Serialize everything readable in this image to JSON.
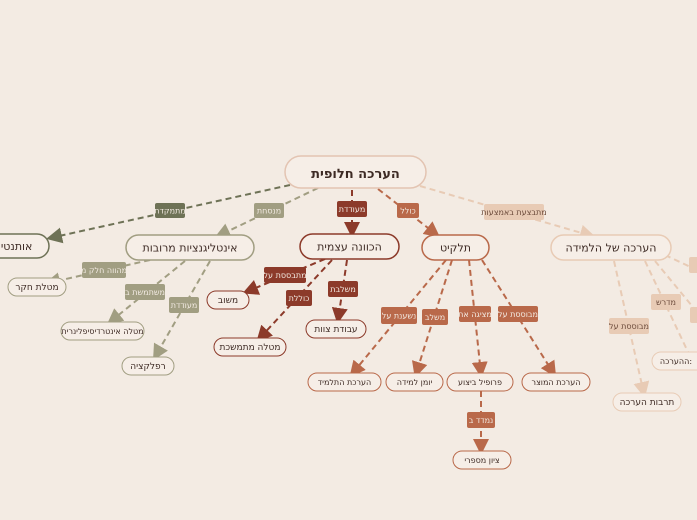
{
  "colors": {
    "background": "#f3ebe3",
    "root_border": "#e3c4b2",
    "olive": "#6e7256",
    "olive_light": "#a19e82",
    "rust_dark": "#8c3a2a",
    "rust": "#b9694a",
    "peach": "#e8cbb5",
    "text": "#3d2a24"
  },
  "diagram": {
    "root": {
      "label": "הערכה חלופית"
    },
    "branches": [
      {
        "id": "authentic",
        "label": "אותנטית",
        "edge_label": "מתמקדת",
        "style": "olive_dark",
        "children": []
      },
      {
        "id": "multiple-intelligences",
        "label": "אינטליגנציות מרובות",
        "edge_label": "מנסחת",
        "style": "olive",
        "children": [
          {
            "id": "research",
            "label": "מטלת חקר",
            "edge_label": "מהווה חלק מ"
          },
          {
            "id": "interdisciplinary",
            "label": "מטלה אינטרדיסיפלינרית",
            "edge_label": "משתמשת ב"
          },
          {
            "id": "reflection",
            "label": "רפלקציה",
            "edge_label": "מעודדת"
          }
        ]
      },
      {
        "id": "self-direction",
        "label": "הכוונה עצמית",
        "edge_label": "מעודדת",
        "style": "rust_dark",
        "children": [
          {
            "id": "feedback",
            "label": "משוב",
            "edge_label": "מתבססת על"
          },
          {
            "id": "complex-task",
            "label": "מטלה מתמשכת",
            "edge_label": "כוללת"
          },
          {
            "id": "teamwork",
            "label": "עבודת צוות",
            "edge_label": "משלבת"
          }
        ]
      },
      {
        "id": "portfolio",
        "label": "תלקיט",
        "edge_label": "כולל",
        "style": "rust",
        "children": [
          {
            "id": "teacher-eval",
            "label": "הערכת התלמיד",
            "edge_label": "נשענת על"
          },
          {
            "id": "learning-journal",
            "label": "יומן למידה",
            "edge_label": "משלב"
          },
          {
            "id": "achievement-profile",
            "label": "פרופיל ביצוע",
            "edge_label": "מציגה את",
            "children": [
              {
                "id": "numeric-grade",
                "label": "ציון מספרי",
                "edge_label": "נמדד ב"
              }
            ]
          },
          {
            "id": "product-eval",
            "label": "הערכת המוצר",
            "edge_label": "מבוססת על"
          }
        ]
      },
      {
        "id": "student-eval",
        "label": "הערכה של הלמידה",
        "edge_label": "מתבצעת באמצעות",
        "style": "peach",
        "children": [
          {
            "id": "assessment-culture",
            "label": "תרבות הערכה",
            "edge_label": "מבוססת על"
          },
          {
            "id": "eval-partial",
            "label": "ההערכה:",
            "edge_label": "מדרש"
          },
          {
            "id": "offscreen-1",
            "label": "",
            "edge_label": ""
          },
          {
            "id": "offscreen-2",
            "label": "",
            "edge_label": ""
          }
        ]
      }
    ]
  }
}
